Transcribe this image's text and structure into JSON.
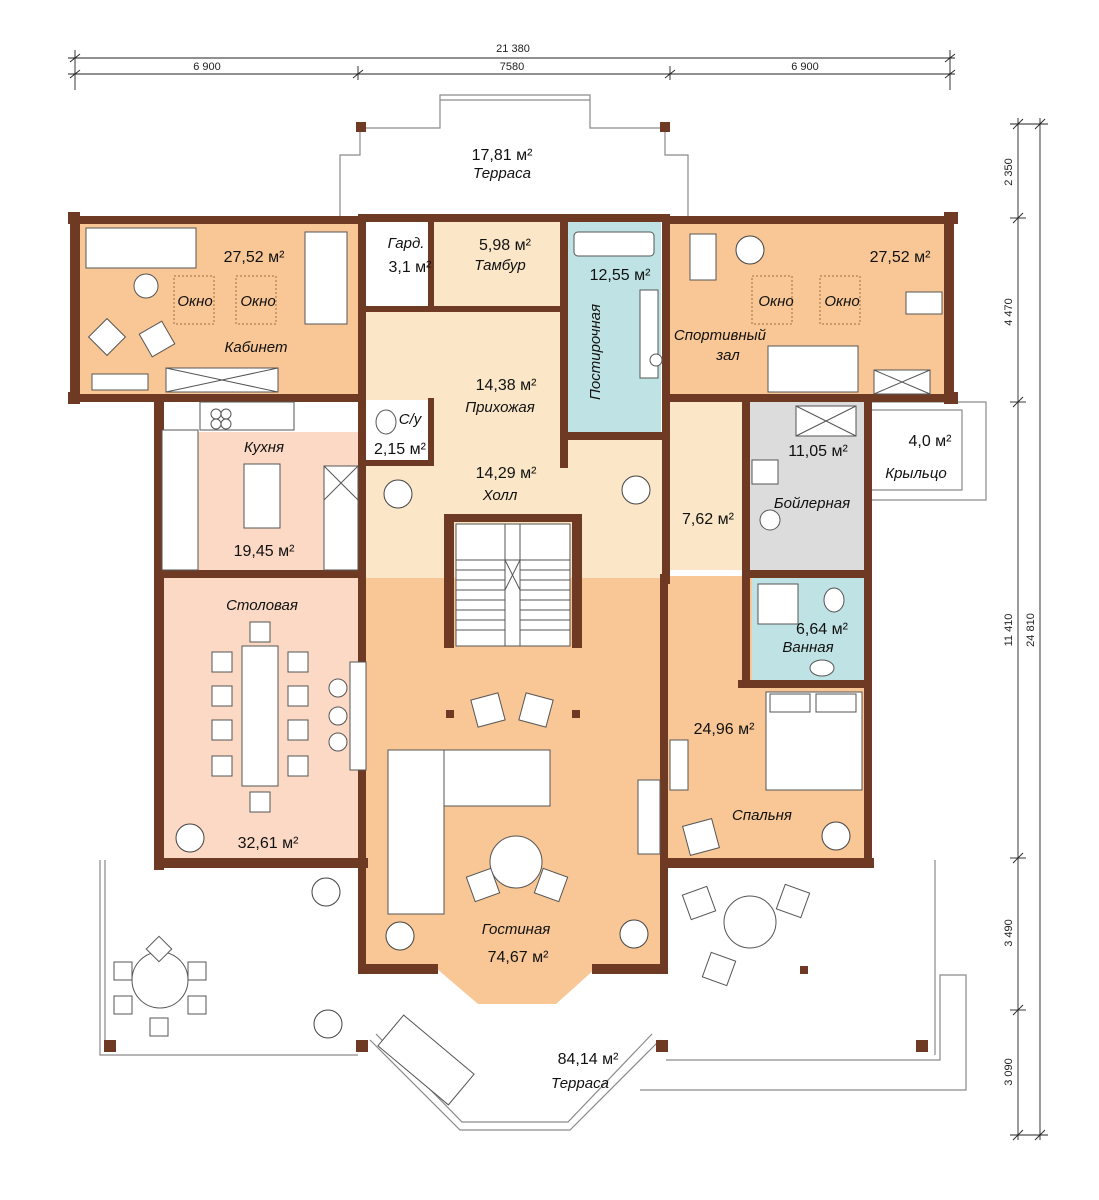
{
  "dimensions": {
    "top_total": "21 380",
    "top_left": "6 900",
    "top_mid": "7580",
    "top_right": "6 900",
    "right_total": "24 810",
    "right_seg1": "2 350",
    "right_seg2": "4 470",
    "right_seg3": "11 410",
    "right_seg4": "3 490",
    "right_seg5": "3 090"
  },
  "unit": "м²",
  "rooms": {
    "terrace_top": {
      "area": "17,81 м²",
      "name": "Терраса"
    },
    "garderob": {
      "area": "3,1 м²",
      "name": "Гард."
    },
    "tambur": {
      "area": "5,98 м²",
      "name": "Тамбур"
    },
    "postirochnaya": {
      "area": "12,55 м²",
      "name": "Постирочная"
    },
    "kabinet": {
      "area": "27,52 м²",
      "name": "Кабинет",
      "window1": "Окно",
      "window2": "Окно"
    },
    "sportzal": {
      "area": "27,52 м²",
      "name": "Спортивный зал",
      "window1": "Окно",
      "window2": "Окно"
    },
    "prihozhaya": {
      "area": "14,38 м²",
      "name": "Прихожая"
    },
    "su": {
      "area": "2,15 м²",
      "name": "С/у"
    },
    "holl": {
      "area": "14,29 м²",
      "name": "Холл"
    },
    "kuhnya": {
      "area": "19,45 м²",
      "name": "Кухня"
    },
    "corridor": {
      "area": "7,62 м²"
    },
    "boiler": {
      "area": "11,05 м²",
      "name": "Бойлерная"
    },
    "kryltso": {
      "area": "4,0 м²",
      "name": "Крыльцо"
    },
    "vannaya": {
      "area": "6,64 м²",
      "name": "Ванная"
    },
    "stolovaya": {
      "area": "32,61 м²",
      "name": "Столовая"
    },
    "spalnya": {
      "area": "24,96 м²",
      "name": "Спальня"
    },
    "gostinaya": {
      "area": "74,67 м²",
      "name": "Гостиная"
    },
    "terrace_bottom": {
      "area": "84,14 м²",
      "name": "Терраса"
    }
  },
  "colors": {
    "orange": "#f9c795",
    "cream": "#fbe7c8",
    "pink": "#fbd9c4",
    "aqua": "#bfe3e4",
    "grey": "#dcdcdc",
    "wall": "#6e3a24"
  }
}
